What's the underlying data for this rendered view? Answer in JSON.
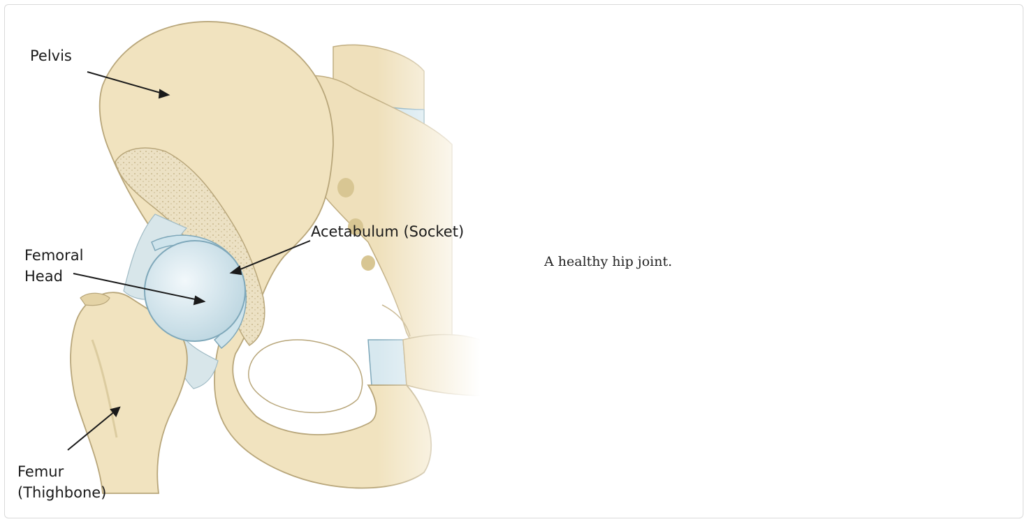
{
  "figure": {
    "labels": {
      "pelvis": "Pelvis",
      "acetabulum": "Acetabulum (Socket)",
      "femoral_head": "Femoral\nHead",
      "femur": "Femur\n(Thighbone)"
    },
    "colors": {
      "bone": "#f1e3bf",
      "bone_shadow": "#dccca0",
      "bone_outline": "#b8a67a",
      "cartilage": "#cfe4ec",
      "cartilage_edge": "#7fa8ba",
      "ligament": "#d8e6ea",
      "text": "#1a1a1a"
    }
  },
  "caption": "A healthy hip joint."
}
